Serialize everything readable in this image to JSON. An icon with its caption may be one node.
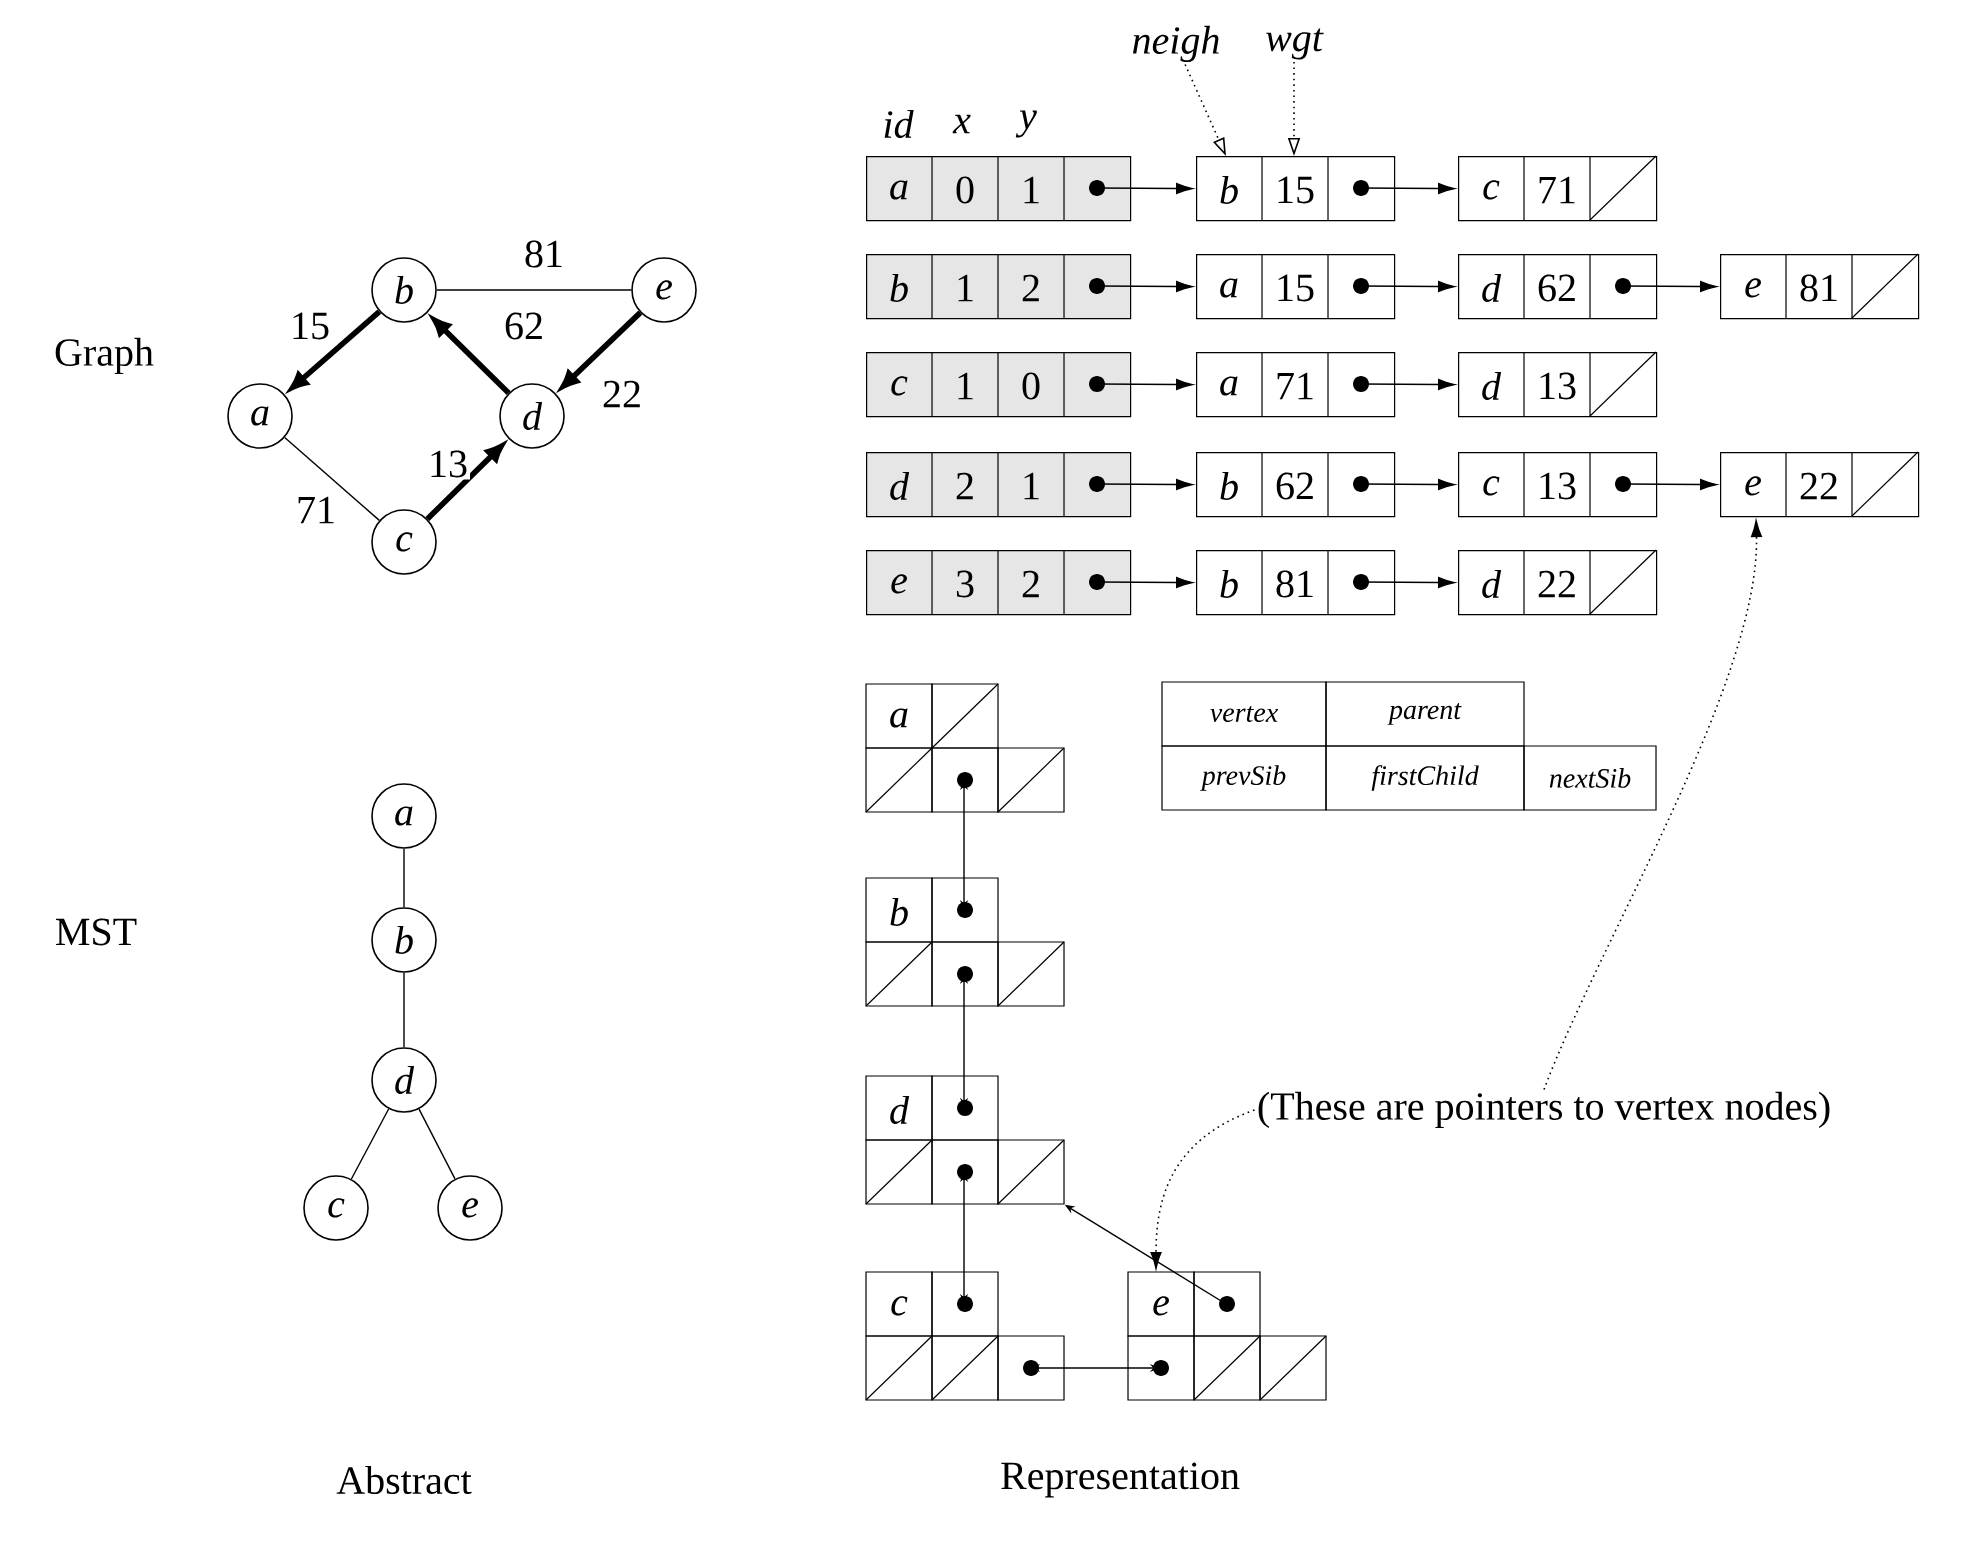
{
  "diagram": {
    "nodes": [
      {
        "text": [
          "a"
        ]
      },
      {
        "text": [
          "b"
        ]
      },
      {
        "text": [
          "c"
        ]
      },
      {
        "text": [
          "d"
        ]
      },
      {
        "text": [
          "e"
        ]
      },
      {
        "text": [
          "a"
        ]
      },
      {
        "text": [
          "b"
        ]
      },
      {
        "text": [
          "d"
        ]
      },
      {
        "text": [
          "c"
        ]
      },
      {
        "text": [
          "e"
        ]
      },
      {
        "text": [
          "a",
          "0",
          "1"
        ]
      },
      {
        "text": [
          "b",
          "1",
          "2"
        ]
      },
      {
        "text": [
          "c",
          "1",
          "0"
        ]
      },
      {
        "text": [
          "d",
          "2",
          "1"
        ]
      },
      {
        "text": [
          "e",
          "3",
          "2"
        ]
      },
      {
        "text": [
          "b",
          "15"
        ]
      },
      {
        "text": [
          "c",
          "71"
        ]
      },
      {
        "text": [
          "a",
          "15"
        ]
      },
      {
        "text": [
          "d",
          "62"
        ]
      },
      {
        "text": [
          "e",
          "81"
        ]
      },
      {
        "text": [
          "a",
          "71"
        ]
      },
      {
        "text": [
          "d",
          "13"
        ]
      },
      {
        "text": [
          "b",
          "62"
        ]
      },
      {
        "text": [
          "c",
          "13"
        ]
      },
      {
        "text": [
          "e",
          "22"
        ]
      },
      {
        "text": [
          "b",
          "81"
        ]
      },
      {
        "text": [
          "d",
          "22"
        ]
      },
      {
        "text": [
          "neigh"
        ]
      },
      {
        "text": [
          "wgt"
        ]
      },
      {
        "text": [
          "a"
        ]
      },
      {
        "text": [
          "b"
        ]
      },
      {
        "text": [
          "d"
        ]
      },
      {
        "text": [
          "c"
        ]
      },
      {
        "text": [
          "e"
        ]
      },
      {
        "text": [
          "vertex",
          "parent",
          "prevSib",
          "firstChild",
          "nextSib"
        ]
      },
      {
        "text": [
          "(These are pointers to vertex nodes)"
        ]
      }
    ],
    "edges": [
      {
        "from": 1,
        "to": 0,
        "arrow": "to",
        "style": "thick",
        "label": "15"
      },
      {
        "from": 3,
        "to": 1,
        "arrow": "to",
        "style": "thick",
        "label": "62"
      },
      {
        "from": 4,
        "to": 3,
        "arrow": "to",
        "style": "thick",
        "label": "22"
      },
      {
        "from": 2,
        "to": 3,
        "arrow": "to",
        "style": "thick",
        "label": "13"
      },
      {
        "from": 0,
        "to": 2,
        "arrow": "none",
        "label": "71"
      },
      {
        "from": 1,
        "to": 4,
        "arrow": "none",
        "label": "81"
      },
      {
        "from": 5,
        "to": 6,
        "arrow": "none"
      },
      {
        "from": 6,
        "to": 7,
        "arrow": "none"
      },
      {
        "from": 7,
        "to": 8,
        "arrow": "none"
      },
      {
        "from": 7,
        "to": 9,
        "arrow": "none"
      },
      {
        "from": 10,
        "to": 15,
        "arrow": "to"
      },
      {
        "from": 11,
        "to": 17,
        "arrow": "to"
      },
      {
        "from": 12,
        "to": 20,
        "arrow": "to"
      },
      {
        "from": 13,
        "to": 22,
        "arrow": "to"
      },
      {
        "from": 14,
        "to": 25,
        "arrow": "to"
      },
      {
        "from": 15,
        "to": 16,
        "arrow": "to"
      },
      {
        "from": 17,
        "to": 18,
        "arrow": "to"
      },
      {
        "from": 18,
        "to": 19,
        "arrow": "to"
      },
      {
        "from": 20,
        "to": 21,
        "arrow": "to"
      },
      {
        "from": 22,
        "to": 23,
        "arrow": "to"
      },
      {
        "from": 23,
        "to": 24,
        "arrow": "to"
      },
      {
        "from": 25,
        "to": 26,
        "arrow": "to"
      },
      {
        "from": 27,
        "to": 15,
        "arrow": "to",
        "style": "dashed"
      },
      {
        "from": 28,
        "to": 15,
        "arrow": "to",
        "style": "dashed"
      },
      {
        "from": 35,
        "to": 24,
        "arrow": "to",
        "style": "dashed"
      },
      {
        "from": 35,
        "to": 33,
        "arrow": "to",
        "style": "dashed"
      },
      {
        "from": 29,
        "to": 30,
        "arrow": "both"
      },
      {
        "from": 30,
        "to": 31,
        "arrow": "both"
      },
      {
        "from": 31,
        "to": 32,
        "arrow": "both"
      },
      {
        "from": 33,
        "to": 31,
        "arrow": "to"
      },
      {
        "from": 32,
        "to": 33,
        "arrow": "both"
      }
    ],
    "labels": [
      "Graph",
      "MST",
      "Abstract",
      "Representation",
      "id",
      "x",
      "y"
    ]
  }
}
